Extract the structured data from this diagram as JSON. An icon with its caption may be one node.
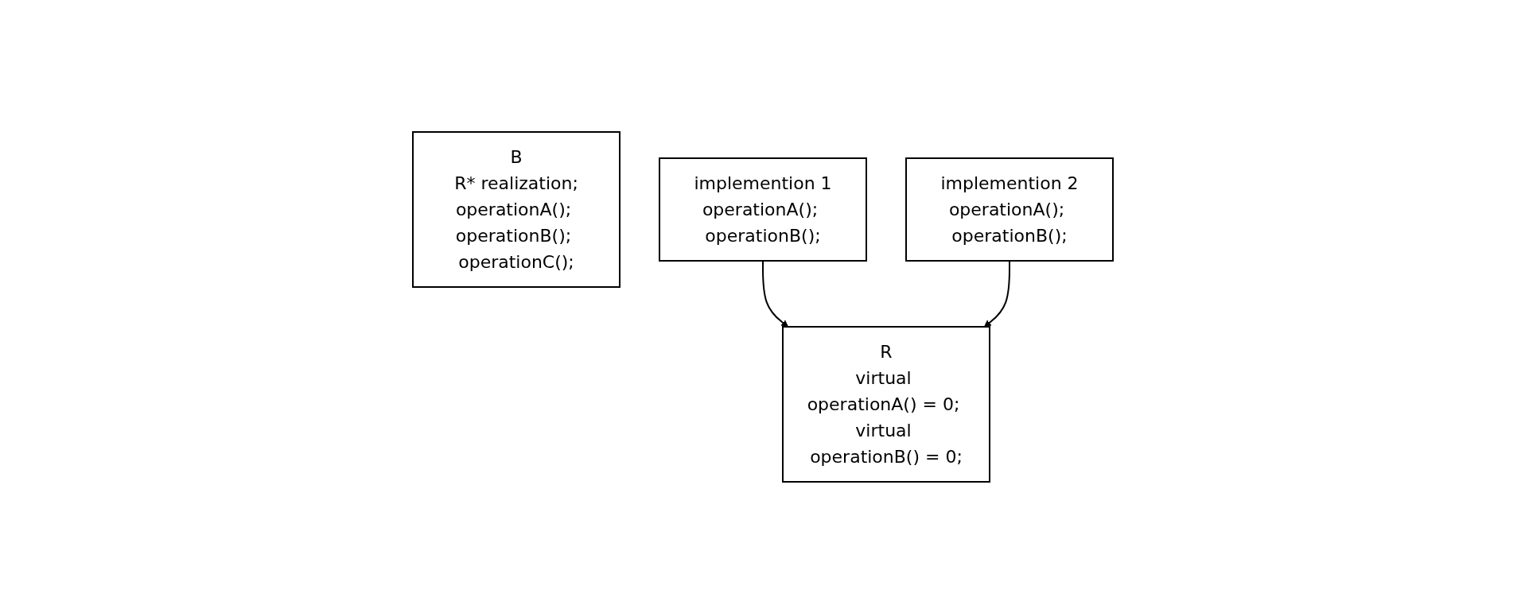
{
  "diagram": {
    "nodes": [
      {
        "text": [
          "B",
          "R* realization;",
          "operationA(); operationB(); operationC();"
        ]
      },
      {
        "text": [
          "R",
          "virtual operationA() = 0; virtual operationB() = 0;"
        ]
      },
      {
        "text": [
          "implemention 1",
          "operationA(); operationB();"
        ]
      },
      {
        "text": [
          "implemention 2",
          "operationA(); operationB();"
        ]
      }
    ],
    "edges": [
      {
        "from": 2,
        "to": 1,
        "arrow": "to"
      },
      {
        "from": 3,
        "to": 1,
        "arrow": "to"
      }
    ]
  }
}
